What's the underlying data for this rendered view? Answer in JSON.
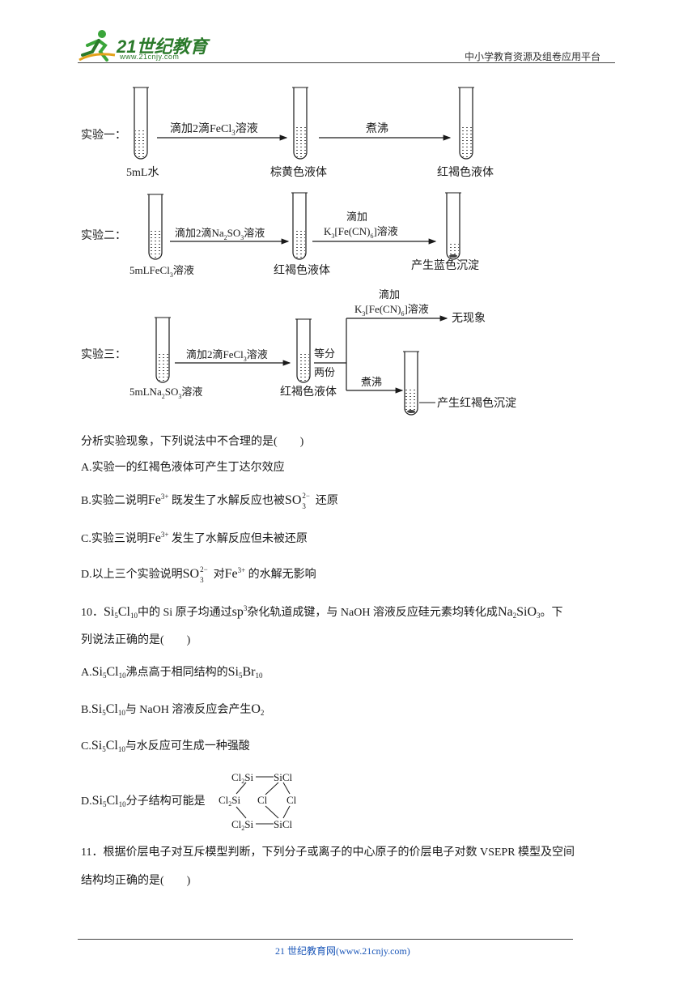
{
  "header": {
    "logo_name": "21世纪教育",
    "logo_url": "www.21cnjy.com",
    "site_tag": "中小学教育资源及组卷应用平台"
  },
  "figure": {
    "exp1": {
      "label": "实验一：",
      "step1": "滴加2滴FeCl",
      "step1_sub": "3",
      "step1_tail": "溶液",
      "step2": "煮沸",
      "tube1": "5mL水",
      "tube2": "棕黄色液体",
      "tube3": "红褐色液体"
    },
    "exp2": {
      "label": "实验二：",
      "step1": "滴加2滴Na",
      "step1_sub1": "2",
      "step1_mid": "SO",
      "step1_sub2": "3",
      "step1_tail": "溶液",
      "step2_top": "滴加",
      "step2_k": "K",
      "step2_ksub": "3",
      "step2_mid": "[Fe(CN)",
      "step2_sub": "6",
      "step2_tail": "]溶液",
      "tube1_a": "5mLFeCl",
      "tube1_sub": "3",
      "tube1_b": "溶液",
      "tube2": "红褐色液体",
      "tube3": "产生蓝色沉淀"
    },
    "exp3": {
      "label": "实验三：",
      "step1": "滴加2滴FeCl",
      "step1_sub": "3",
      "step1_tail": "溶液",
      "split_top": "等分",
      "split_bottom": "两份",
      "branch_top_a": "滴加",
      "branch_top_k": "K",
      "branch_top_ksub": "3",
      "branch_top_mid": "[Fe(CN)",
      "branch_top_sub": "6",
      "branch_top_tail": "]溶液",
      "branch_top_result": "无现象",
      "branch_bottom": "煮沸",
      "branch_bottom_result": "产生红褐色沉淀",
      "tube1_a": "5mLNa",
      "tube1_sub1": "2",
      "tube1_mid": "SO",
      "tube1_sub2": "3",
      "tube1_b": "溶液",
      "tube2": "红褐色液体"
    }
  },
  "q9": {
    "stem": "分析实验现象，下列说法中不合理的是(　　)",
    "a": "A.实验一的红褐色液体可产生丁达尔效应",
    "b_1": "B.实验二说明",
    "b_2": "既发生了水解反应也被",
    "b_3": "还原",
    "c_1": "C.实验三说明",
    "c_2": "发生了水解反应但未被还原",
    "d_1": "D.以上三个实验说明",
    "d_2": "对",
    "d_3": "的水解无影响",
    "fe": "Fe",
    "fe_charge": "3+",
    "so": "SO",
    "so_sub": "3",
    "so_charge": "2−"
  },
  "q10": {
    "num": "10．",
    "si5cl10": {
      "si": "Si",
      "s5": "5",
      "cl": "Cl",
      "s10": "10"
    },
    "stem_1": "中的 Si 原子均通过",
    "sp3": "sp",
    "sp3_sup": "3",
    "stem_2": "杂化轨道成键，与 NaOH 溶液反应硅元素均转化成",
    "na2sio3": {
      "na": "Na",
      "s2": "2",
      "sio": "SiO",
      "s3": "3"
    },
    "stem_3": "。下",
    "stem_4": "列说法正确的是(　　)",
    "a_pre": "A.",
    "a_mid": "沸点高于相同结构的",
    "si5br10": {
      "si": "Si",
      "s5": "5",
      "br": "Br",
      "s10": "10"
    },
    "b_pre": "B.",
    "b_mid": "与 NaOH 溶液反应会产生",
    "o2": {
      "o": "O",
      "s2": "2"
    },
    "c_pre": "C.",
    "c_mid": "与水反应可生成一种强酸",
    "d_pre": "D.",
    "d_mid": "分子结构可能是",
    "struct": {
      "cl2si_top": "Cl",
      "si_sub": "2",
      "si_label": "Si",
      "sicl": "SiCl",
      "cl_inner": "Cl",
      "cl_right": "Cl"
    }
  },
  "q11": {
    "line1": "11．根据价层电子对互斥模型判断，下列分子或离子的中心原子的价层电子对数 VSEPR 模型及空间",
    "line2": "结构均正确的是(　　)"
  },
  "footer": {
    "text": "21 世纪教育网(www.21cnjy.com)"
  }
}
